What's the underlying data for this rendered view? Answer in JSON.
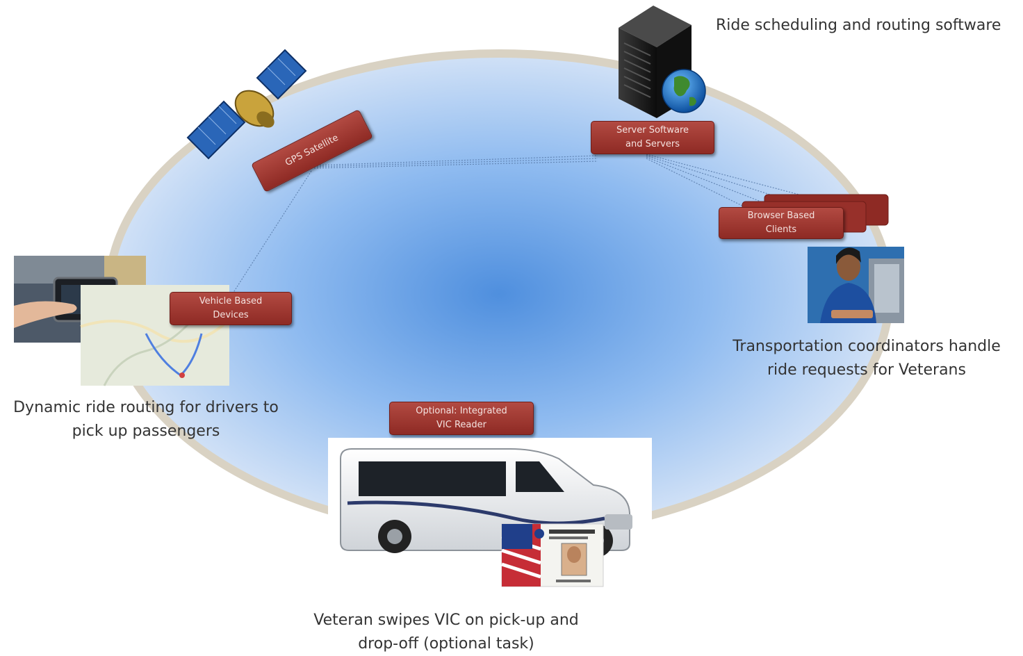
{
  "labels": {
    "gps": "GPS Satellite",
    "server_line1": "Server Software",
    "server_line2": "and Servers",
    "browser_line1": "Browser Based",
    "browser_line2": "Clients",
    "vehicle_line1": "Vehicle Based",
    "vehicle_line2": "Devices",
    "vic_line1": "Optional: Integrated",
    "vic_line2": "VIC Reader"
  },
  "captions": {
    "top_right": "Ride scheduling and routing software",
    "right_line1": "Transportation coordinators handle",
    "right_line2": "ride requests for Veterans",
    "left_line1": "Dynamic ride routing for drivers to",
    "left_line2": "pick up passengers",
    "bottom_line1": "Veteran swipes VIC on pick-up and",
    "bottom_line2": "drop-off (optional task)"
  },
  "colors": {
    "ellipse_center": "#4f8fde",
    "ellipse_edge": "#c8dcf4",
    "ellipse_rim": "#d9d2c3",
    "tag_fill": "#9c3530",
    "tag_text": "#f4e2df",
    "caption_text": "#333333"
  },
  "icons": [
    "satellite-icon",
    "server-tower-icon",
    "globe-icon",
    "gps-device-photo",
    "map-photo",
    "coordinator-photo",
    "shuttle-bus-photo",
    "vic-card-photo"
  ]
}
